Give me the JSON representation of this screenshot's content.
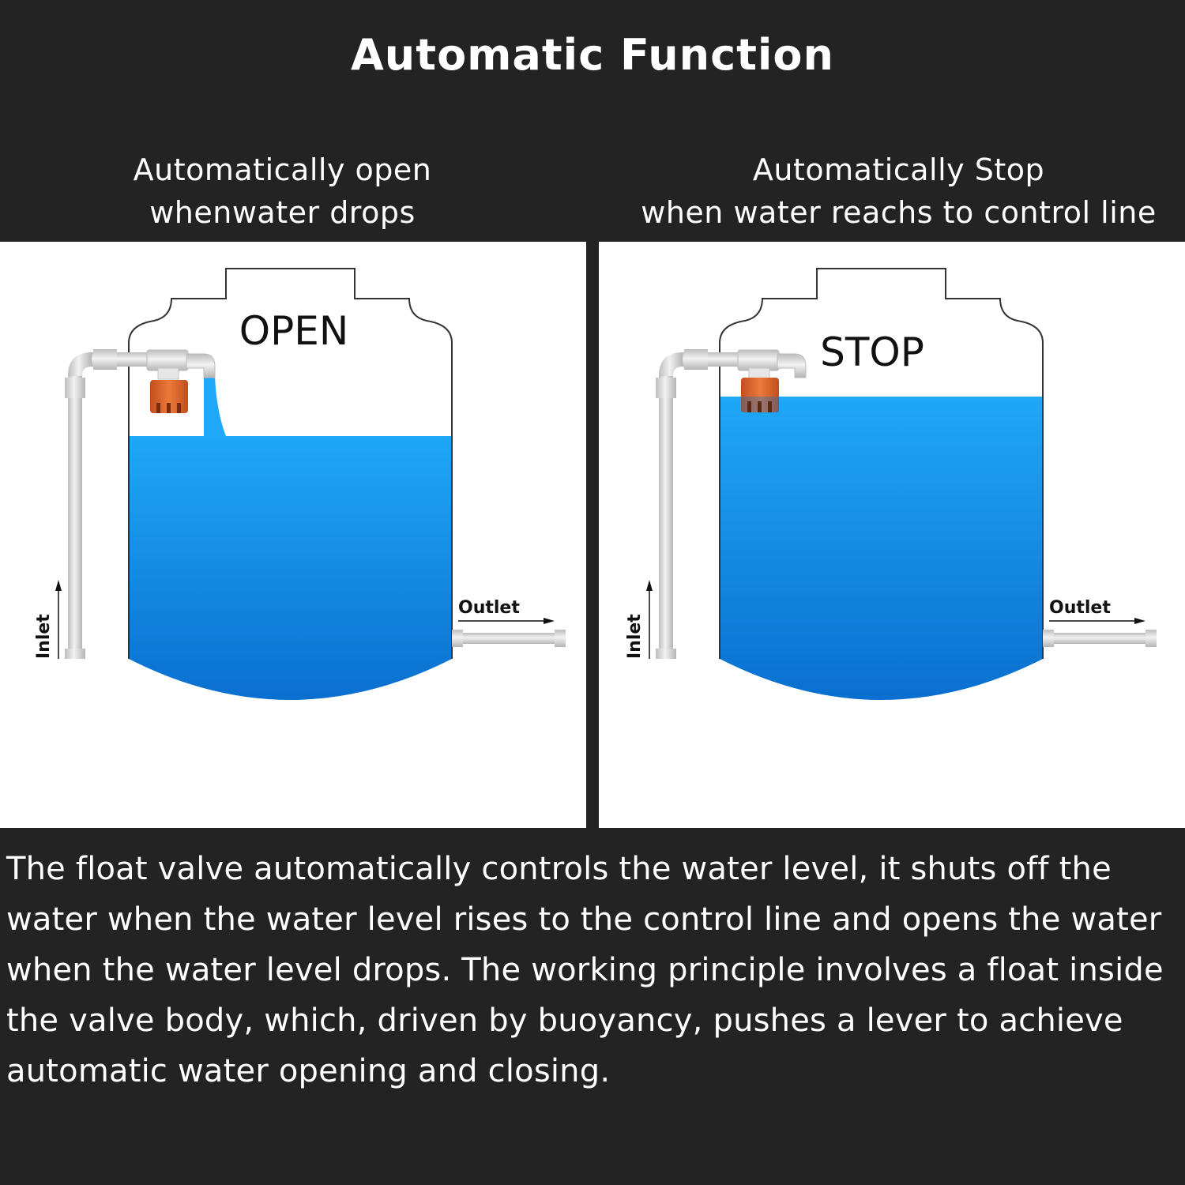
{
  "title": "Automatic Function",
  "left": {
    "caption_line1": "Automatically open",
    "caption_line2": "whenwater drops",
    "state_label": "OPEN",
    "inlet_label": "Inlet",
    "outlet_label": "Outlet"
  },
  "right": {
    "caption_line1": "Automatically Stop",
    "caption_line2": "when water reachs to control line",
    "state_label": "STOP",
    "inlet_label": "Inlet",
    "outlet_label": "Outlet"
  },
  "description": "The float valve automatically controls the water level, it shuts off the water when the water level rises to the control line and opens the water when the water level drops. The working principle involves a float inside the valve body, which, driven by buoyancy, pushes a lever to achieve automatic water opening and closing.",
  "colors": {
    "background": "#232323",
    "water_top": "#1fa8f7",
    "water_bottom": "#0a6fcf",
    "float": "#e0642a",
    "pipe": "#d4d4d4"
  }
}
